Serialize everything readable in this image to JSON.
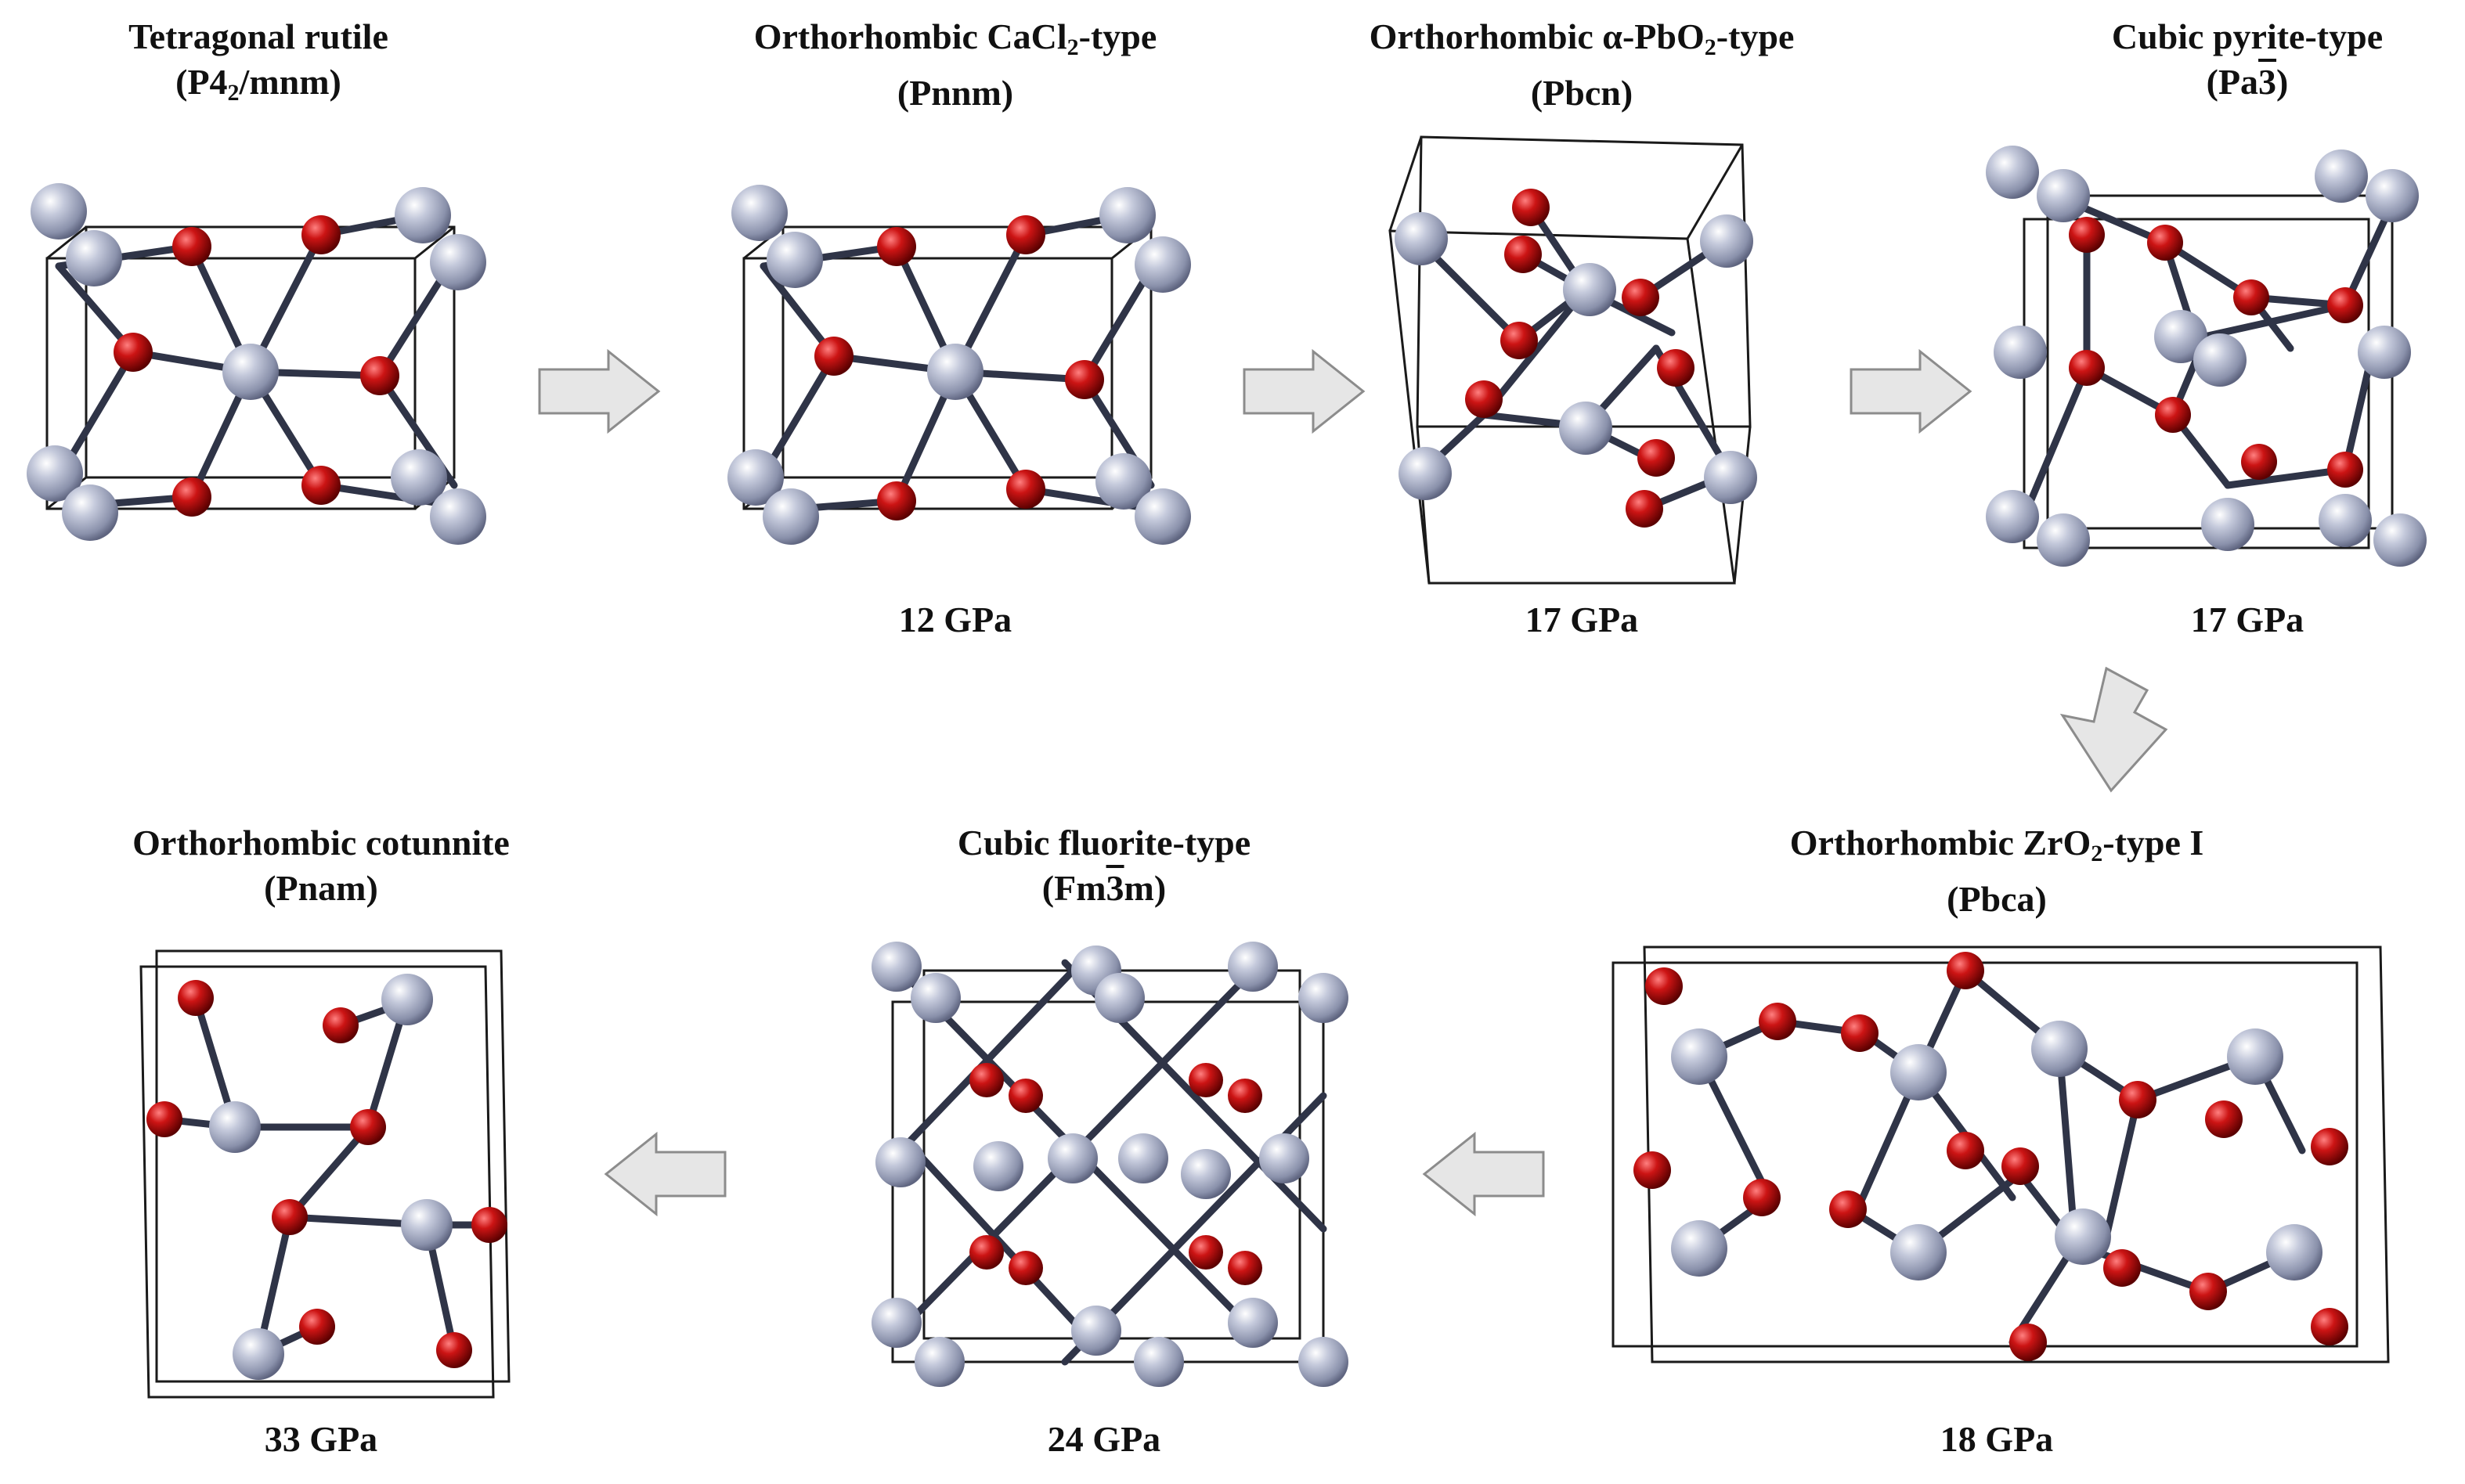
{
  "phases": [
    {
      "name": "Tetragonal rutile",
      "group_pre": "(P4",
      "group_sub": "2",
      "group_post": "/mnm)",
      "pressure": ""
    },
    {
      "name_pre": "Orthorhombic CaCl",
      "name_sub": "2",
      "name_post": "-type",
      "group": "(Pnnm)",
      "pressure": "12 GPa"
    },
    {
      "name_pre": "Orthorhombic α-PbO",
      "name_sub": "2",
      "name_post": "-type",
      "group": "(Pbcn)",
      "pressure": "17 GPa"
    },
    {
      "name": "Cubic pyrite-type",
      "group_pre": "(Pa",
      "group_bar": "3",
      "group_post": ")",
      "pressure": "17 GPa"
    },
    {
      "name_pre": "Orthorhombic ZrO",
      "name_sub": "2",
      "name_post": "-type I",
      "group": "(Pbca)",
      "pressure": "18 GPa"
    },
    {
      "name": "Cubic fluorite-type",
      "group_pre": "(Fm",
      "group_bar": "3",
      "group_post": "m)",
      "pressure": "24 GPa"
    },
    {
      "name": "Orthorhombic cotunnite",
      "group": "(Pnam)",
      "pressure": "33 GPa"
    }
  ],
  "colors": {
    "metal_atom": "#a7adc4",
    "oxygen_atom": "#b00d0d",
    "arrow_fill": "#e6e6e6",
    "arrow_stroke": "#8c8c8c"
  }
}
